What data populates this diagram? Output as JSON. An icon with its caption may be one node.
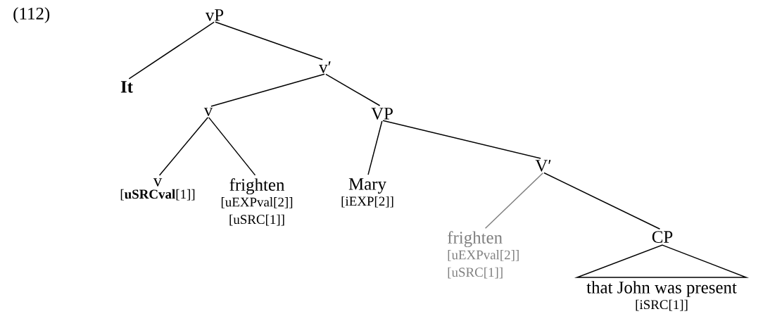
{
  "diagram": {
    "nodes": [
      {
        "text": [
          "vP"
        ]
      },
      {
        "text": [
          "It"
        ]
      },
      {
        "text": [
          "v′"
        ]
      },
      {
        "text": [
          "v"
        ]
      },
      {
        "text": [
          "VP"
        ]
      },
      {
        "text": [
          "v",
          "[**uSRCval**[1]]"
        ]
      },
      {
        "text": [
          "frighten",
          "[uEXPval[2]]",
          "[uSRC[1]]"
        ]
      },
      {
        "text": [
          "Mary",
          "[iEXP[2]]"
        ]
      },
      {
        "text": [
          "V′"
        ]
      },
      {
        "text": [
          "frighten",
          "[uEXPval[2]]",
          "[uSRC[1]]"
        ]
      },
      {
        "text": [
          "CP"
        ]
      },
      {
        "text": [
          "that John was present",
          "[iSRC[1]]"
        ]
      }
    ],
    "edges": [
      {
        "from": 0,
        "to": 1,
        "arrow": "none"
      },
      {
        "from": 0,
        "to": 2,
        "arrow": "none"
      },
      {
        "from": 2,
        "to": 3,
        "arrow": "none"
      },
      {
        "from": 2,
        "to": 4,
        "arrow": "none"
      },
      {
        "from": 3,
        "to": 5,
        "arrow": "none"
      },
      {
        "from": 3,
        "to": 6,
        "arrow": "none"
      },
      {
        "from": 4,
        "to": 7,
        "arrow": "none"
      },
      {
        "from": 4,
        "to": 8,
        "arrow": "none"
      },
      {
        "from": 8,
        "to": 9,
        "arrow": "none",
        "color": "#808080"
      },
      {
        "from": 8,
        "to": 10,
        "arrow": "none"
      },
      {
        "from": 10,
        "to": 11,
        "arrow": "none"
      }
    ],
    "labels": [
      "(112)"
    ]
  }
}
